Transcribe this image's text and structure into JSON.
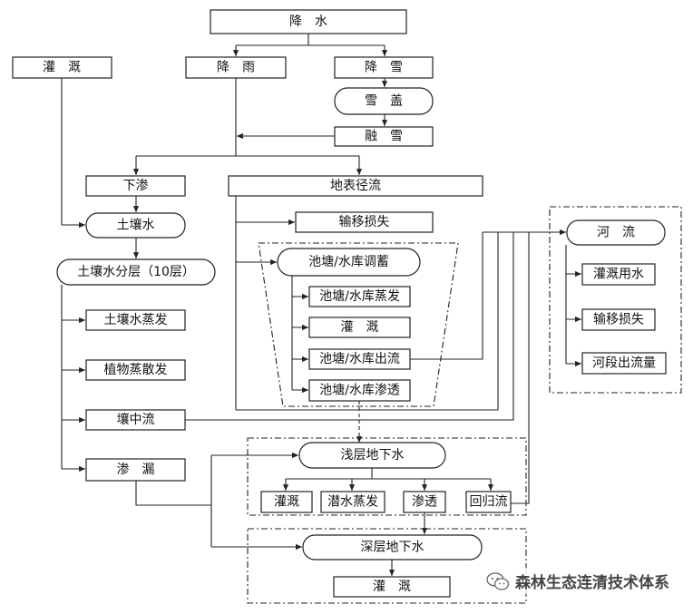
{
  "nodes": {
    "precip": "降　水",
    "irrig_top": "灌　溉",
    "rain": "降　雨",
    "snow": "降　雪",
    "snowcover": "雪　盖",
    "snowmelt": "融　雪",
    "infil": "下渗",
    "surface": "地表径流",
    "soilwater": "土壤水",
    "transloss1": "输移损失",
    "soillayers": "土壤水分层（10层）",
    "pond": "池塘/水库调蓄",
    "pond_evap": "池塘/水库蒸发",
    "pond_irrig": "灌　溉",
    "pond_out": "池塘/水库出流",
    "pond_seep": "池塘/水库渗透",
    "soil_evap": "土壤水蒸发",
    "plant_evap": "植物蒸散发",
    "lateral": "壤中流",
    "percol": "渗　漏",
    "river": "河　流",
    "river_irrig": "灌溉用水",
    "transloss2": "输移损失",
    "reach_out": "河段出流量",
    "shallow": "浅层地下水",
    "gw_irrig": "灌溉",
    "gw_evap": "潜水蒸发",
    "gw_seep": "渗透",
    "return": "回归流",
    "deep": "深层地下水",
    "deep_irrig": "灌　溉"
  },
  "watermark": {
    "text": "森林生态连清技术体系",
    "icon": "wechat-icon"
  }
}
